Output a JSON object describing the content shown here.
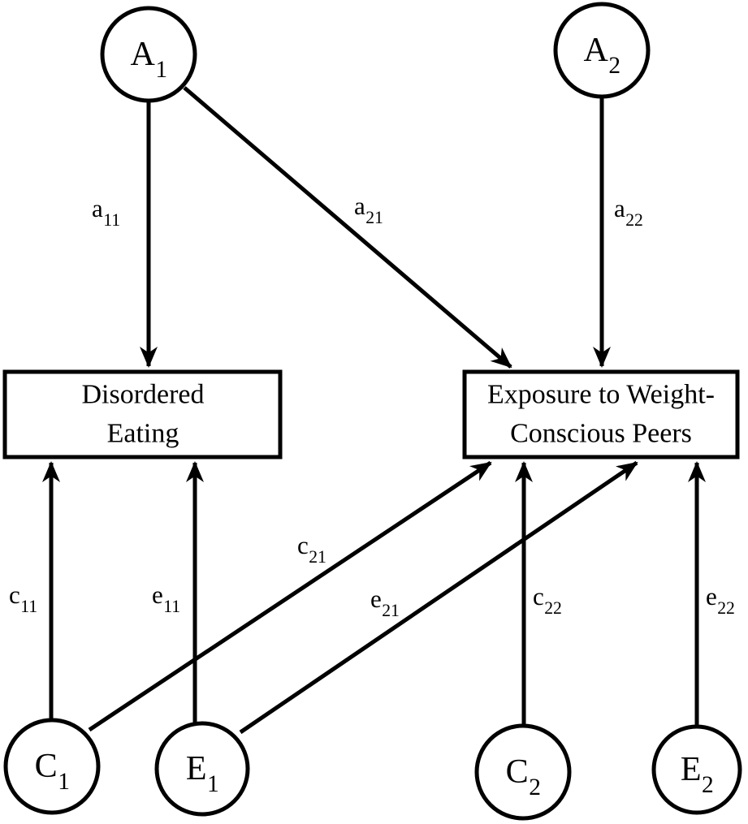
{
  "diagram": {
    "kind": "path-diagram",
    "background_color": "#ffffff",
    "stroke_color": "#000000"
  },
  "nodes": {
    "latent": [
      {
        "id": "A1",
        "base": "A",
        "sub": "1"
      },
      {
        "id": "A2",
        "base": "A",
        "sub": "2"
      },
      {
        "id": "C1",
        "base": "C",
        "sub": "1"
      },
      {
        "id": "E1",
        "base": "E",
        "sub": "1"
      },
      {
        "id": "C2",
        "base": "C",
        "sub": "2"
      },
      {
        "id": "E2",
        "base": "E",
        "sub": "2"
      }
    ],
    "observed": [
      {
        "id": "disordered-eating",
        "line1": "Disordered",
        "line2": "Eating"
      },
      {
        "id": "exposure-peers",
        "line1": "Exposure to Weight-",
        "line2": "Conscious Peers"
      }
    ]
  },
  "paths": [
    {
      "from": "A1",
      "to": "disordered-eating",
      "base": "a",
      "sub": "11"
    },
    {
      "from": "A1",
      "to": "exposure-peers",
      "base": "a",
      "sub": "21"
    },
    {
      "from": "A2",
      "to": "exposure-peers",
      "base": "a",
      "sub": "22"
    },
    {
      "from": "C1",
      "to": "disordered-eating",
      "base": "c",
      "sub": "11"
    },
    {
      "from": "E1",
      "to": "disordered-eating",
      "base": "e",
      "sub": "11"
    },
    {
      "from": "C1",
      "to": "exposure-peers",
      "base": "c",
      "sub": "21"
    },
    {
      "from": "E1",
      "to": "exposure-peers",
      "base": "e",
      "sub": "21"
    },
    {
      "from": "C2",
      "to": "exposure-peers",
      "base": "c",
      "sub": "22"
    },
    {
      "from": "E2",
      "to": "exposure-peers",
      "base": "e",
      "sub": "22"
    }
  ]
}
